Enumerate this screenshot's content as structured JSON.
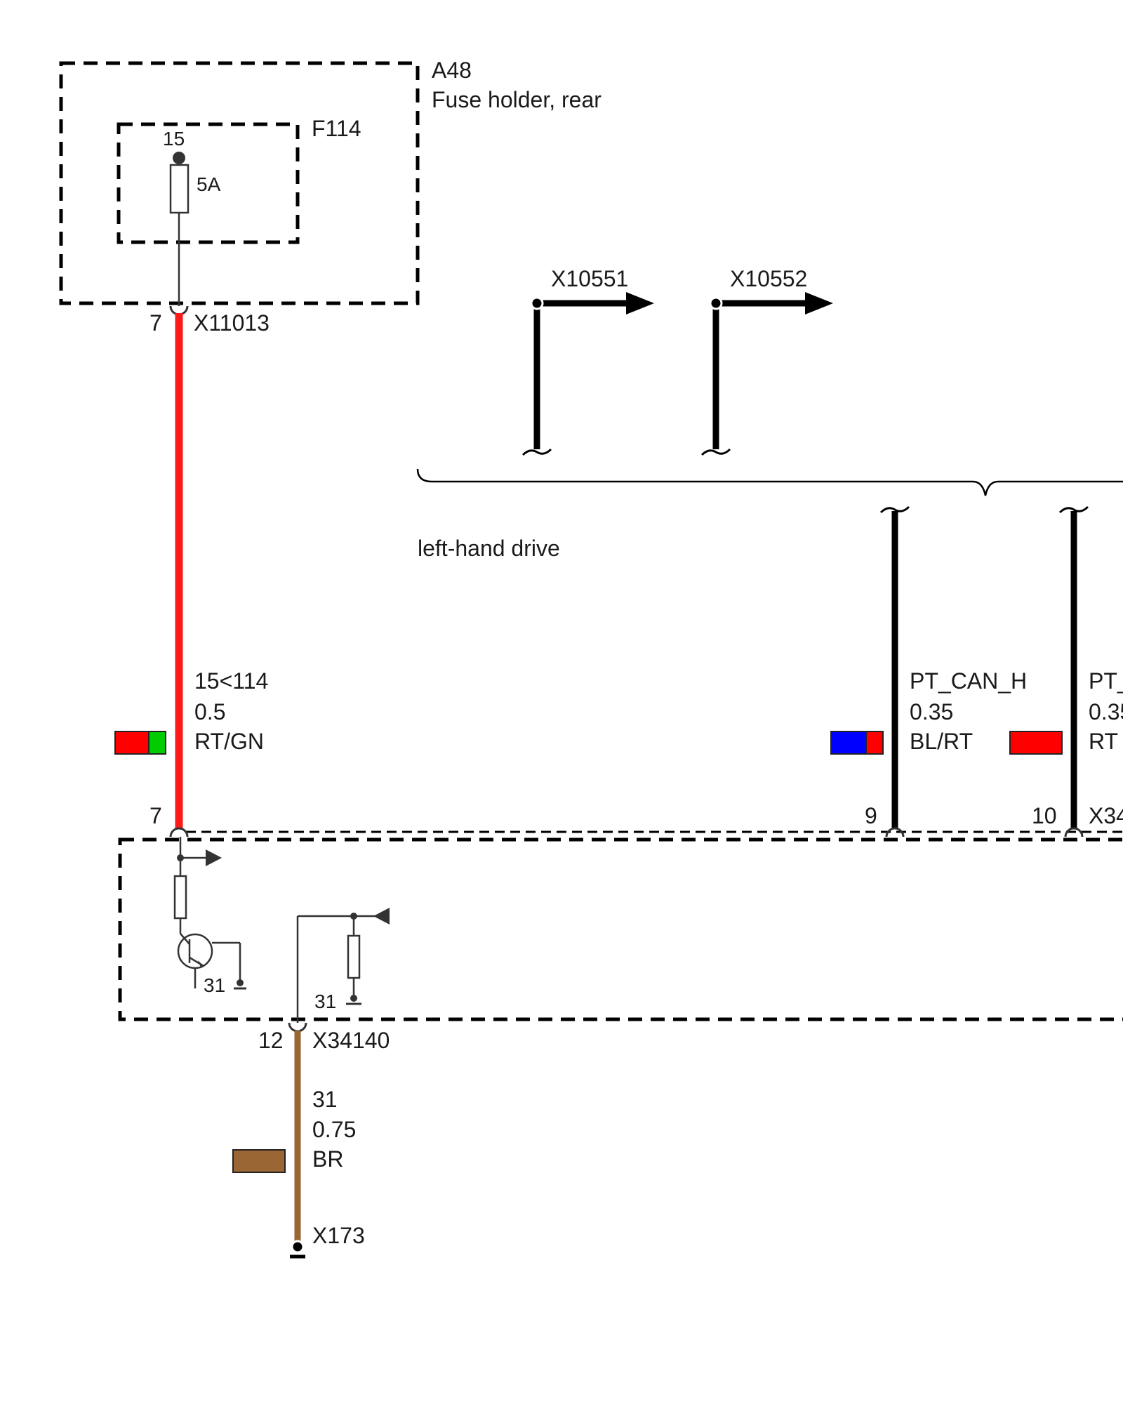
{
  "components": {
    "a48": {
      "code": "A48",
      "name": "Fuse holder, rear"
    },
    "f114": {
      "code": "F114",
      "pin": "15",
      "rating": "5A"
    }
  },
  "connectors": {
    "x11013": {
      "code": "X11013",
      "pin": "7"
    },
    "x10551": {
      "code": "X10551"
    },
    "x10552": {
      "code": "X10552"
    },
    "x34140": {
      "code": "X34140",
      "pin_top_left": "7",
      "pin_can_h": "9",
      "pin_can_l": "10",
      "pin_ground": "12",
      "code_partial_right": "X34"
    },
    "x173": {
      "code": "X173"
    }
  },
  "variant_note": "left-hand drive",
  "wires": {
    "power": {
      "signal": "15<114",
      "gauge": "0.5",
      "color_code": "RT/GN",
      "colors": [
        "#ff0000",
        "#00cc00"
      ]
    },
    "pt_can_h": {
      "signal": "PT_CAN_H",
      "gauge": "0.35",
      "color_code": "BL/RT",
      "colors": [
        "#0000ff",
        "#ff0000"
      ]
    },
    "pt_can_l": {
      "signal_partial": "PT_",
      "gauge_partial": "0.35",
      "color_code_partial": "RT",
      "colors": [
        "#ff0000"
      ]
    },
    "ground": {
      "signal": "31",
      "gauge": "0.75",
      "color_code": "BR",
      "colors": [
        "#9a6633"
      ]
    }
  },
  "module_internals": {
    "ground_label_a": "31",
    "ground_label_b": "31"
  },
  "colors": {
    "box_fill": "#cccccc",
    "power_wire": "#ff1a1a",
    "ground_wire": "#9a6633",
    "bus_wire": "#000000"
  }
}
